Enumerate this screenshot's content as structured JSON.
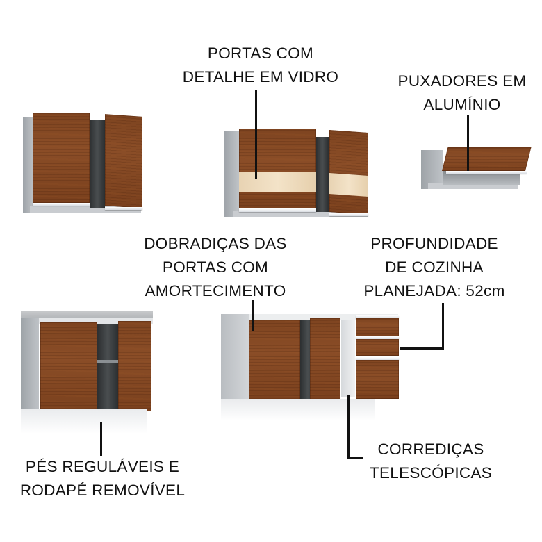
{
  "callouts": {
    "glass_doors": {
      "lines": [
        "PORTAS COM",
        "DETALHE EM VIDRO"
      ]
    },
    "aluminum_handles": {
      "lines": [
        "PUXADORES EM",
        "ALUMÍNIO"
      ]
    },
    "soft_close_hinges": {
      "lines": [
        "DOBRADIÇAS DAS",
        "PORTAS COM",
        "AMORTECIMENTO"
      ]
    },
    "depth": {
      "lines": [
        "PROFUNDIDADE",
        "DE COZINHA",
        "PLANEJADA: 52cm"
      ]
    },
    "adjustable_feet": {
      "lines": [
        "PÉS REGULÁVEIS E",
        "RODAPÉ REMOVÍVEL"
      ]
    },
    "telescopic_slides": {
      "lines": [
        "CORREDIÇAS",
        "TELESCÓPICAS"
      ]
    }
  },
  "colors": {
    "wood": "#8a4d27",
    "carcass": "#c9ccd0",
    "glass": "#f3e3c8",
    "text": "#111111",
    "background": "#ffffff"
  }
}
